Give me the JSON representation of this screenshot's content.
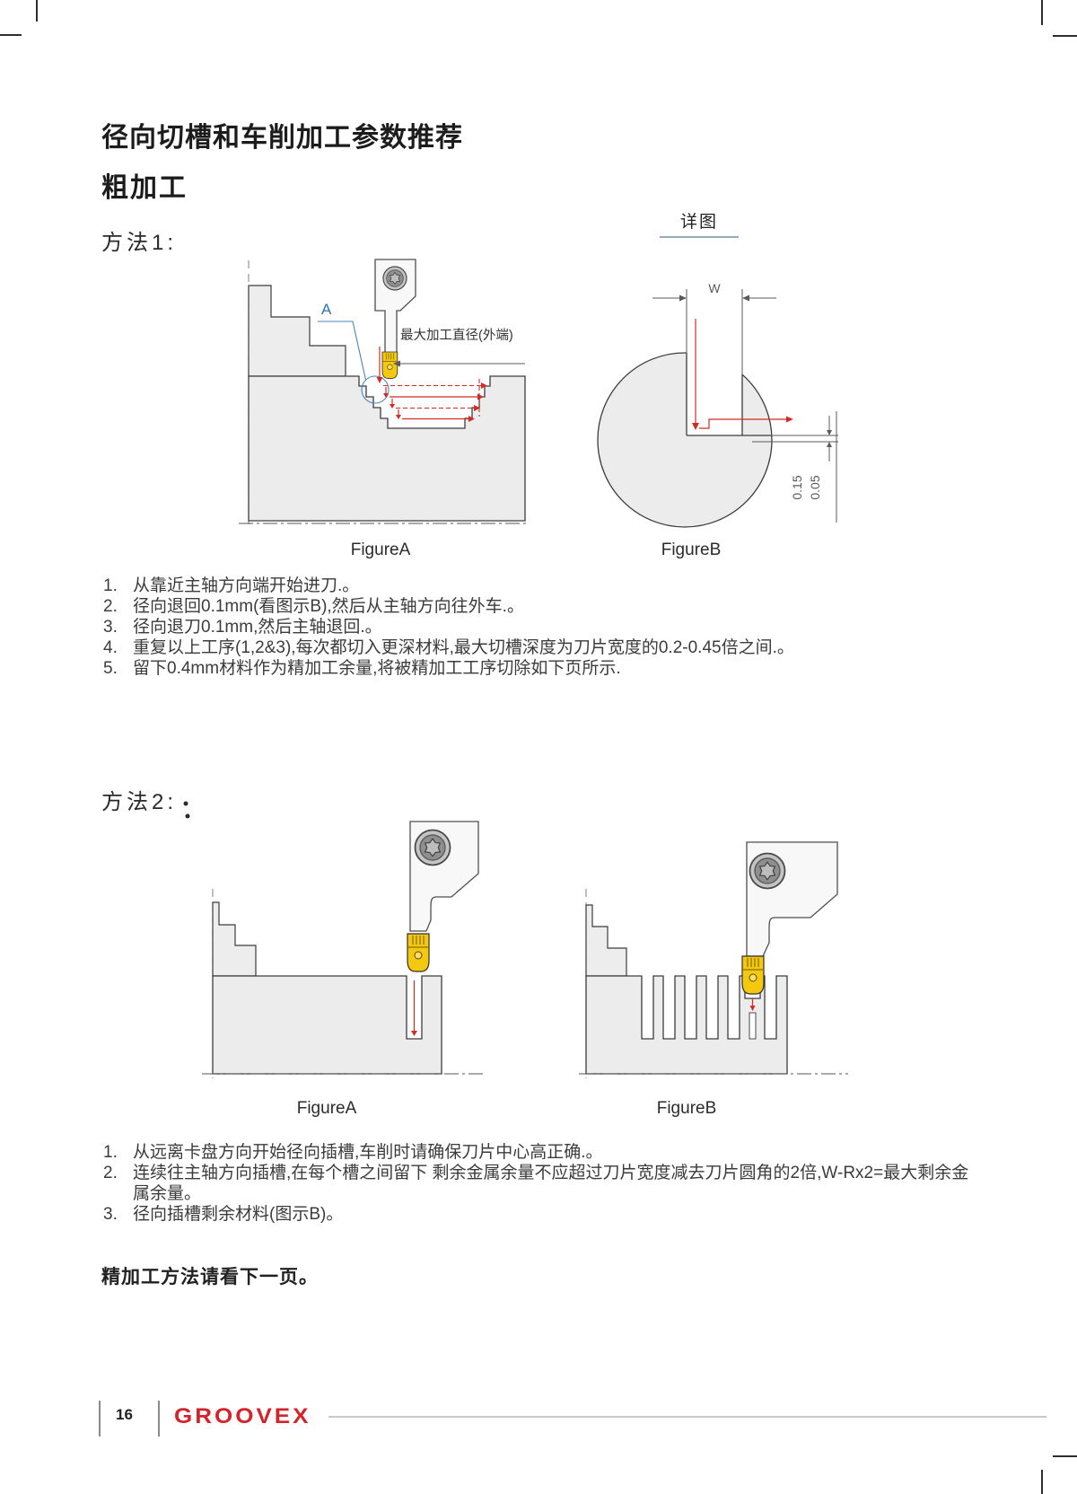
{
  "document": {
    "title": "径向切槽和车削加工参数推荐",
    "section": "粗加工",
    "method1": {
      "heading": "方法1:",
      "detail_title": "详图",
      "figure_a_caption": "FigureA",
      "figure_b_caption": "FigureB",
      "labels": {
        "corner_marker": "A",
        "max_diameter": "最大加工直径(外端)",
        "width_dim": "W",
        "retract_dim_1": "0.15",
        "retract_dim_2": "0.05"
      },
      "steps": [
        "从靠近主轴方向端开始进刀.。",
        "径向退回0.1mm(看图示B),然后从主轴方向往外车.。",
        "径向退刀0.1mm,然后主轴退回.。",
        "重复以上工序(1,2&3),每次都切入更深材料,最大切槽深度为刀片宽度的0.2-0.45倍之间.。",
        "留下0.4mm材料作为精加工余量,将被精加工工序切除如下页所示."
      ]
    },
    "method2": {
      "heading": "方法2:",
      "figure_a_caption": "FigureA",
      "figure_b_caption": "FigureB",
      "steps": [
        "从远离卡盘方向开始径向插槽,车削时请确保刀片中心高正确.。",
        "连续往主轴方向插槽,在每个槽之间留下 剩余金属余量不应超过刀片宽度减去刀片圆角的2倍,W-Rx2=最大剩余金属余量。",
        "径向插槽剩余材料(图示B)。"
      ]
    },
    "note": "精加工方法请看下一页。",
    "footer": {
      "page_number": "16",
      "brand": "GROOVEX"
    }
  },
  "colors": {
    "tool_path_red": "#d32b23",
    "insert_yellow": "#f4c80f",
    "annotation_blue": "#2f74b5",
    "brand_red": "#d5232b"
  }
}
